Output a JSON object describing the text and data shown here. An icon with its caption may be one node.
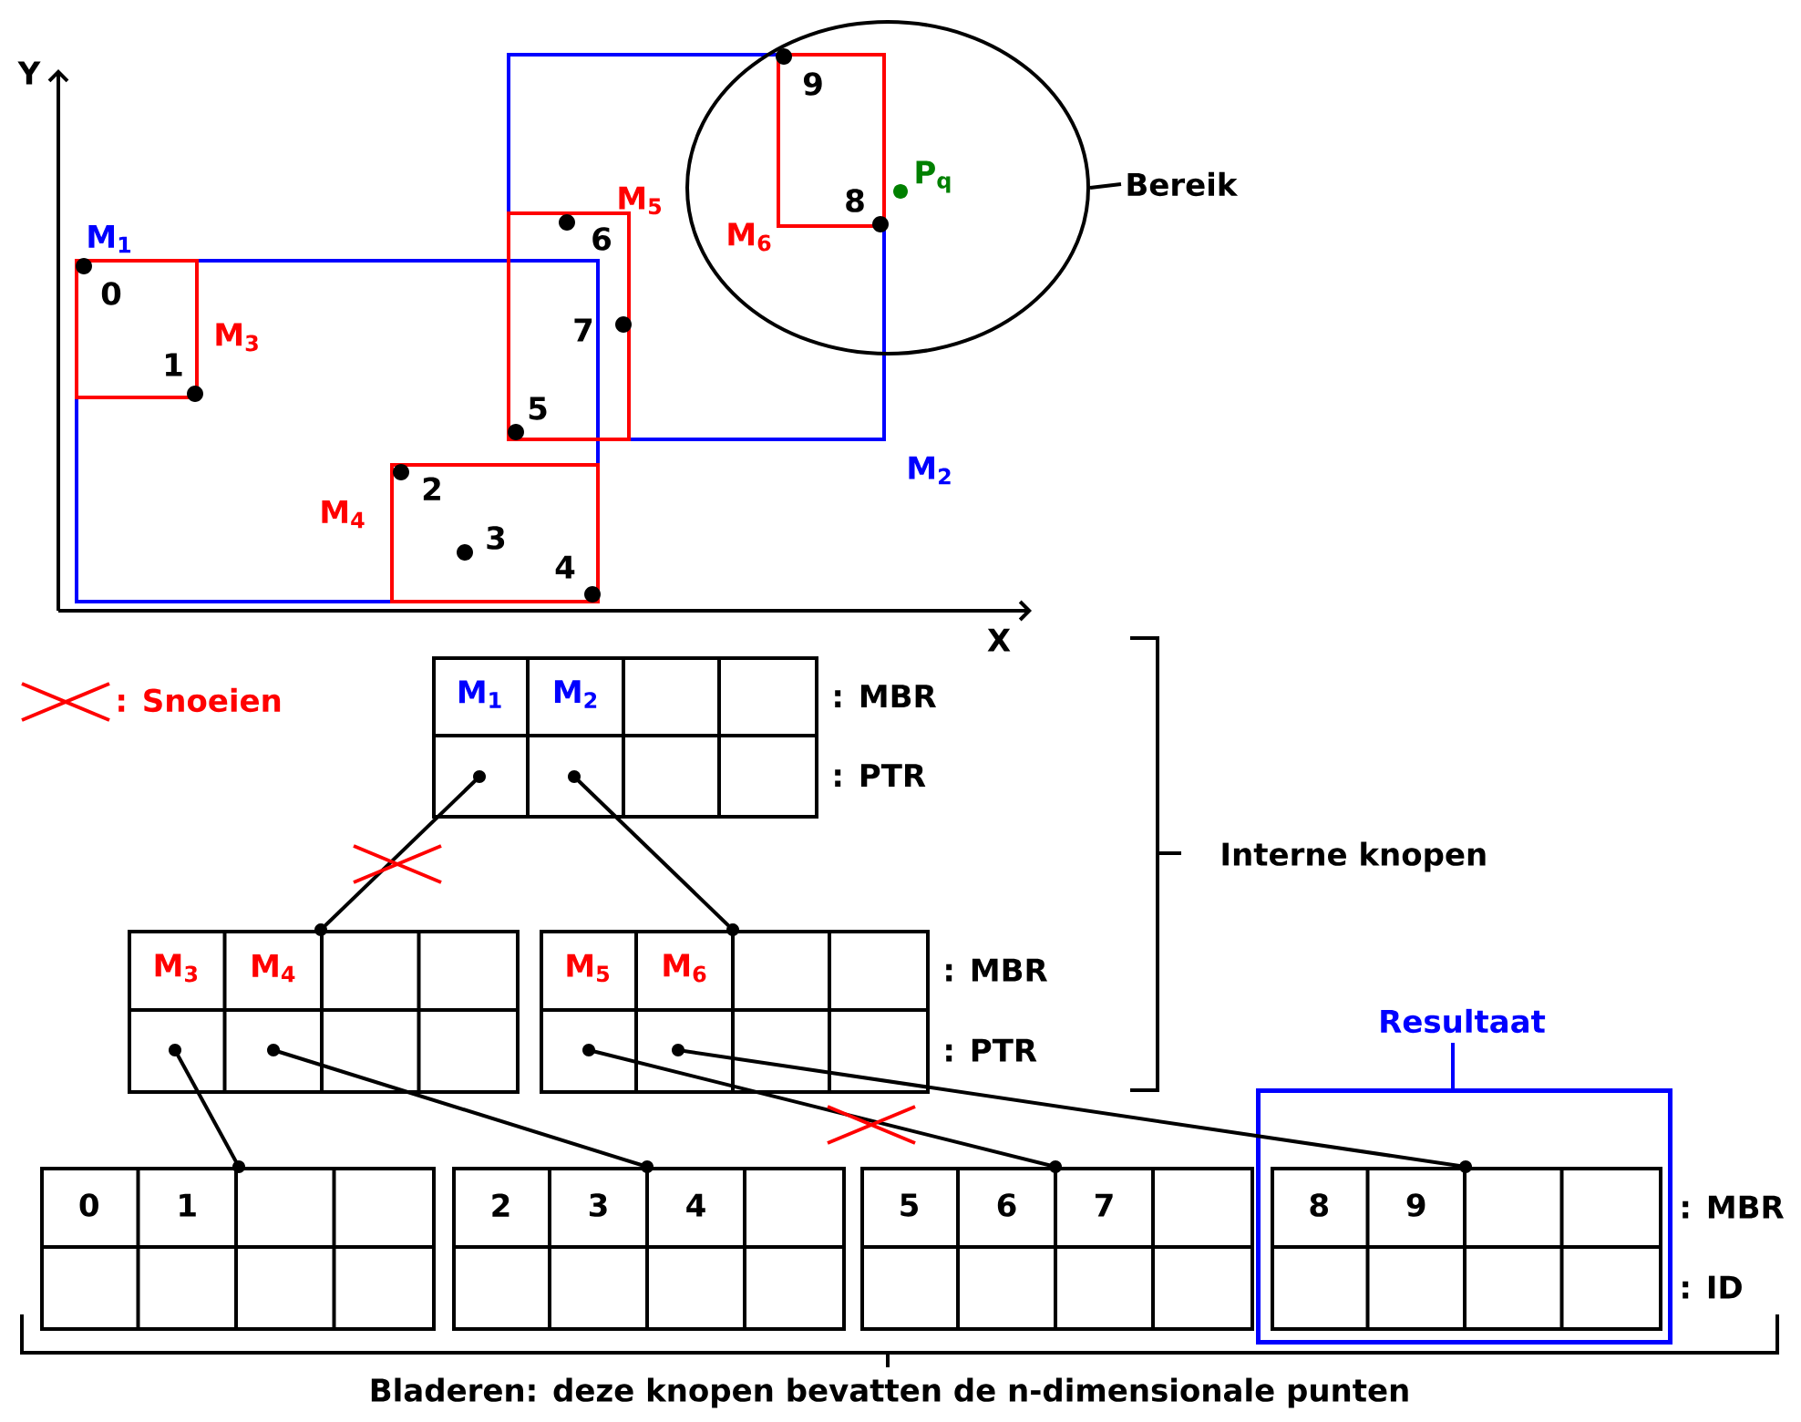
{
  "diagram": {
    "nodes": [
      {
        "text": [],
        "shape": "circle"
      },
      {
        "text": [
          "Bereik"
        ]
      },
      {
        "text": [
          "M$_{1}$",
          "M$_{2}$"
        ],
        "beside": [
          ": MBR",
          ": PTR"
        ]
      },
      {
        "text": [
          "M$_{3}$",
          "M$_{4}$"
        ]
      },
      {
        "text": [
          "M$_{5}$",
          "M$_{6}$"
        ],
        "beside": [
          ": MBR",
          ": PTR"
        ]
      },
      {
        "text": [
          "0",
          "1"
        ]
      },
      {
        "text": [
          "2",
          "3",
          "4"
        ]
      },
      {
        "text": [
          "5",
          "6",
          "7"
        ]
      },
      {
        "text": [
          "Resultaat"
        ]
      },
      {
        "text": [
          "8",
          "9"
        ],
        "in": 8,
        "beside": [
          ": MBR",
          ": ID"
        ]
      }
    ],
    "edges": [
      {
        "from": 1,
        "to": 0,
        "arrow": "none"
      },
      {
        "from": 2,
        "to": 3,
        "arrow": "other"
      },
      {
        "from": 2,
        "to": 4,
        "arrow": "other"
      },
      {
        "from": 3,
        "to": 5,
        "arrow": "other"
      },
      {
        "from": 3,
        "to": 6,
        "arrow": "other"
      },
      {
        "from": 4,
        "to": 7,
        "arrow": "other"
      },
      {
        "from": 4,
        "to": 9,
        "arrow": "other"
      }
    ],
    "labels": [
      "Y",
      "X",
      "M$_{1}$",
      "M$_{2}$",
      "M$_{3}$",
      "M$_{4}$",
      "M$_{5}$",
      "M$_{6}$",
      "0",
      "1",
      "2",
      "3",
      "4",
      "5",
      "6",
      "7",
      "8",
      "9",
      "P$_{q}$",
      "Interne knopen",
      "Bladeren: deze knopen bevatten de n-dimensionale punten"
    ],
    "legend": [
      {
        "text": ": Snoeien"
      }
    ]
  }
}
